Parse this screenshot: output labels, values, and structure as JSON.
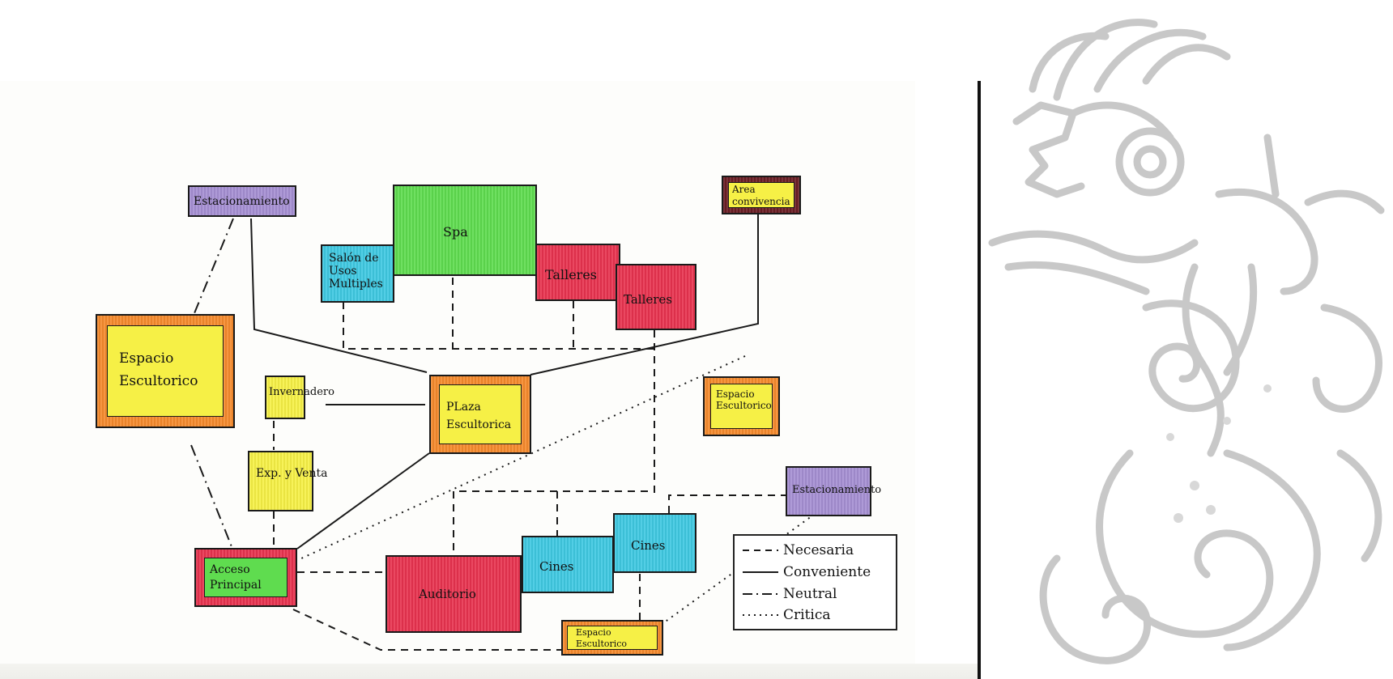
{
  "diagram": {
    "nodes": {
      "estacionamiento_1": "Estacionamiento",
      "spa": "Spa",
      "salon": "Salón de Usos Multiples",
      "talleres_1": "Talleres",
      "talleres_2": "Talleres",
      "area_convivencia": "Area convivencia",
      "espacio_escultorico_1": "Espacio Escultorico",
      "invernadero": "Invernadero",
      "plaza_escultorica": "PLaza Escultorica",
      "espacio_escultorico_2": "Espacio Escultorico",
      "exp_venta": "Exp. y Venta",
      "estacionamiento_2": "Estacionamiento",
      "acceso_principal": "Acceso Principal",
      "auditorio": "Auditorio",
      "cines_1": "Cines",
      "cines_2": "Cines",
      "espacio_escultorico_3": "Espacio Escultorico"
    },
    "legend": {
      "necesaria": "Necesaria",
      "conveniente": "Conveniente",
      "neutral": "Neutral",
      "critica": "Critica"
    }
  },
  "colors": {
    "purple": "#a58fd3",
    "green": "#5fdc4f",
    "cyan": "#3fc9e2",
    "red": "#e8334f",
    "yellow": "#f6f046",
    "orange": "#f58a2c",
    "maroon": "#6a1d24",
    "line": "#1a1a1a",
    "sketch": "#c8c8c8"
  },
  "illustration": {
    "icon": "mayan-serpent-deity-icon"
  }
}
